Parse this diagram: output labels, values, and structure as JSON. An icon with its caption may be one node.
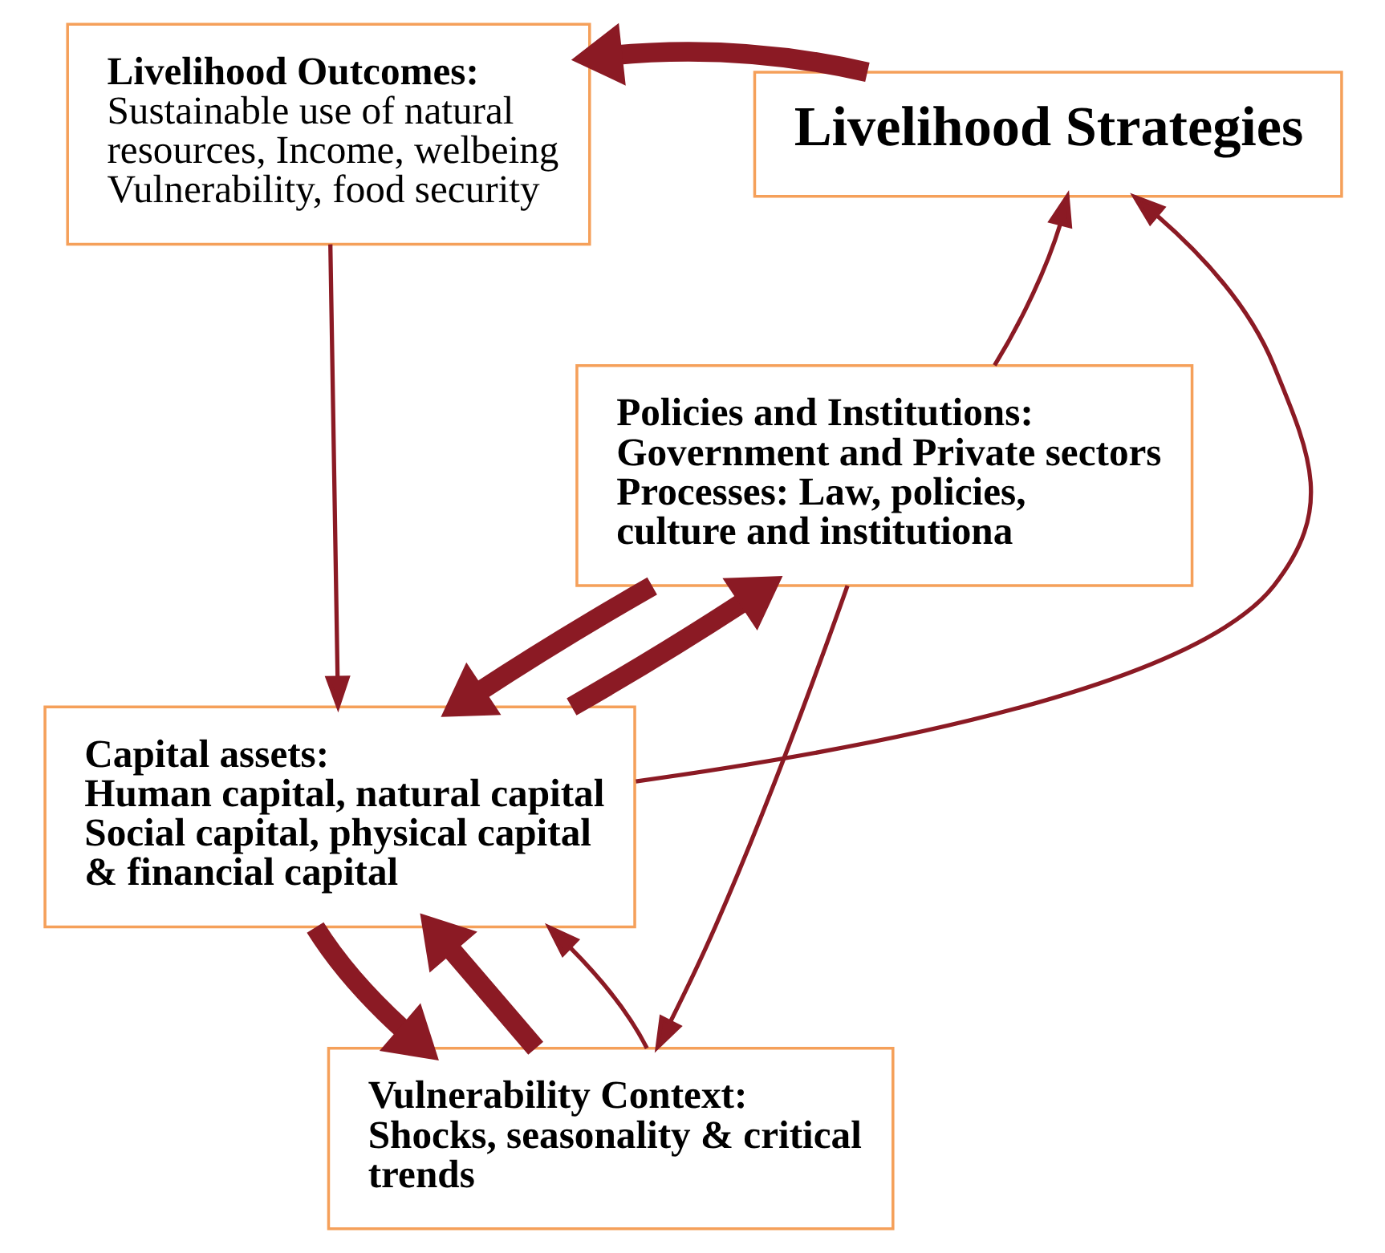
{
  "diagram": {
    "nodes": [
      {
        "text": [
          "Livelihood Outcomes:",
          "Sustainable use of natural resources, Income, welbeing Vulnerability, food security"
        ]
      },
      {
        "text": [
          "Livelihood Strategies"
        ]
      },
      {
        "text": [
          "Policies and Institutions:",
          "Government and Private sectors Processes: Law, policies, culture and institutiona"
        ]
      },
      {
        "text": [
          "Capital assets:",
          "Human capital, natural capital Social capital, physical capital & financial capital"
        ]
      },
      {
        "text": [
          "Vulnerability Context:",
          "Shocks, seasonality & critical trends"
        ]
      }
    ],
    "edges": [
      {
        "from": 1,
        "to": 0,
        "arrow": "to",
        "style": "thick"
      },
      {
        "from": 0,
        "to": 3,
        "arrow": "to"
      },
      {
        "from": 2,
        "to": 1,
        "arrow": "to"
      },
      {
        "from": 2,
        "to": 4,
        "arrow": "to"
      },
      {
        "from": 2,
        "to": 3,
        "arrow": "to",
        "style": "thick"
      },
      {
        "from": 3,
        "to": 2,
        "arrow": "to",
        "style": "thick"
      },
      {
        "from": 3,
        "to": 1,
        "arrow": "to"
      },
      {
        "from": 3,
        "to": 4,
        "arrow": "to",
        "style": "thick"
      },
      {
        "from": 4,
        "to": 3,
        "arrow": "to",
        "style": "thick"
      },
      {
        "from": 4,
        "to": 3,
        "arrow": "to"
      }
    ]
  }
}
